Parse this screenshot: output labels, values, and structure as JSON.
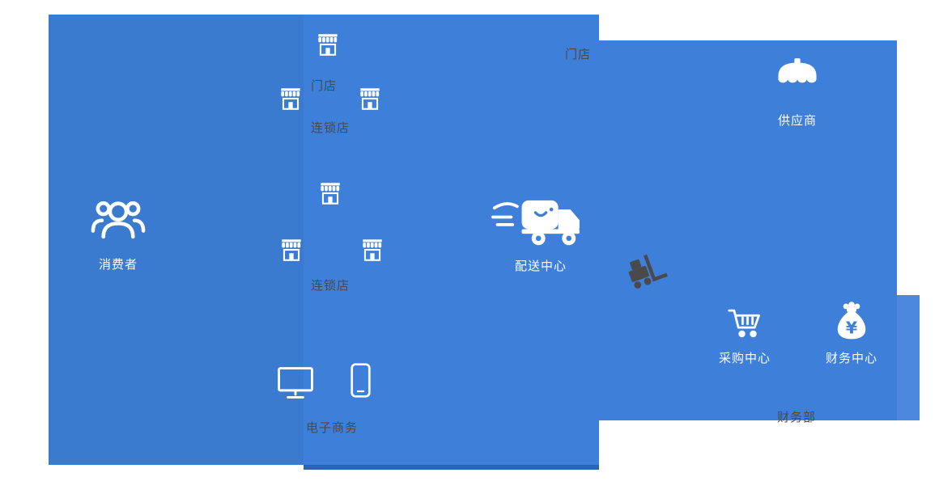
{
  "colors": {
    "background": "#ffffff",
    "panel_left_blue": "#3a7bd0",
    "panel_middle_blue": "#3d7fd9",
    "panel_right_blue": "#3d7fd9",
    "panel_right_ext_blue": "#4c89dd",
    "panel_bottom_strip_blue": "#2e64ad",
    "icon_white": "#ffffff",
    "dark_text_gray": "#4a4a4a"
  },
  "nodes": {
    "consumers": {
      "label": "消费者",
      "icon": "people-group-icon"
    },
    "distribution_center": {
      "label": "配送中心",
      "icon": "delivery-truck-icon"
    },
    "supplier": {
      "label": "供应商",
      "icon": "awning-icon"
    },
    "purchasing_center": {
      "label": "采购中心",
      "icon": "shopping-cart-icon"
    },
    "finance_center": {
      "label": "财务中心",
      "icon": "money-bag-yen-icon"
    }
  },
  "background_labels": {
    "store_right": "门店",
    "store_left": "门店",
    "chain_store_top": "连锁店",
    "chain_store_bottom": "连锁店",
    "ecommerce": "电子商务",
    "finance_dept": "财务部"
  },
  "decorations": {
    "storefront_icon_count": 6,
    "device_icons": [
      "desktop-monitor-icon",
      "smartphone-icon"
    ],
    "dark_icon": "forklift-icon"
  }
}
